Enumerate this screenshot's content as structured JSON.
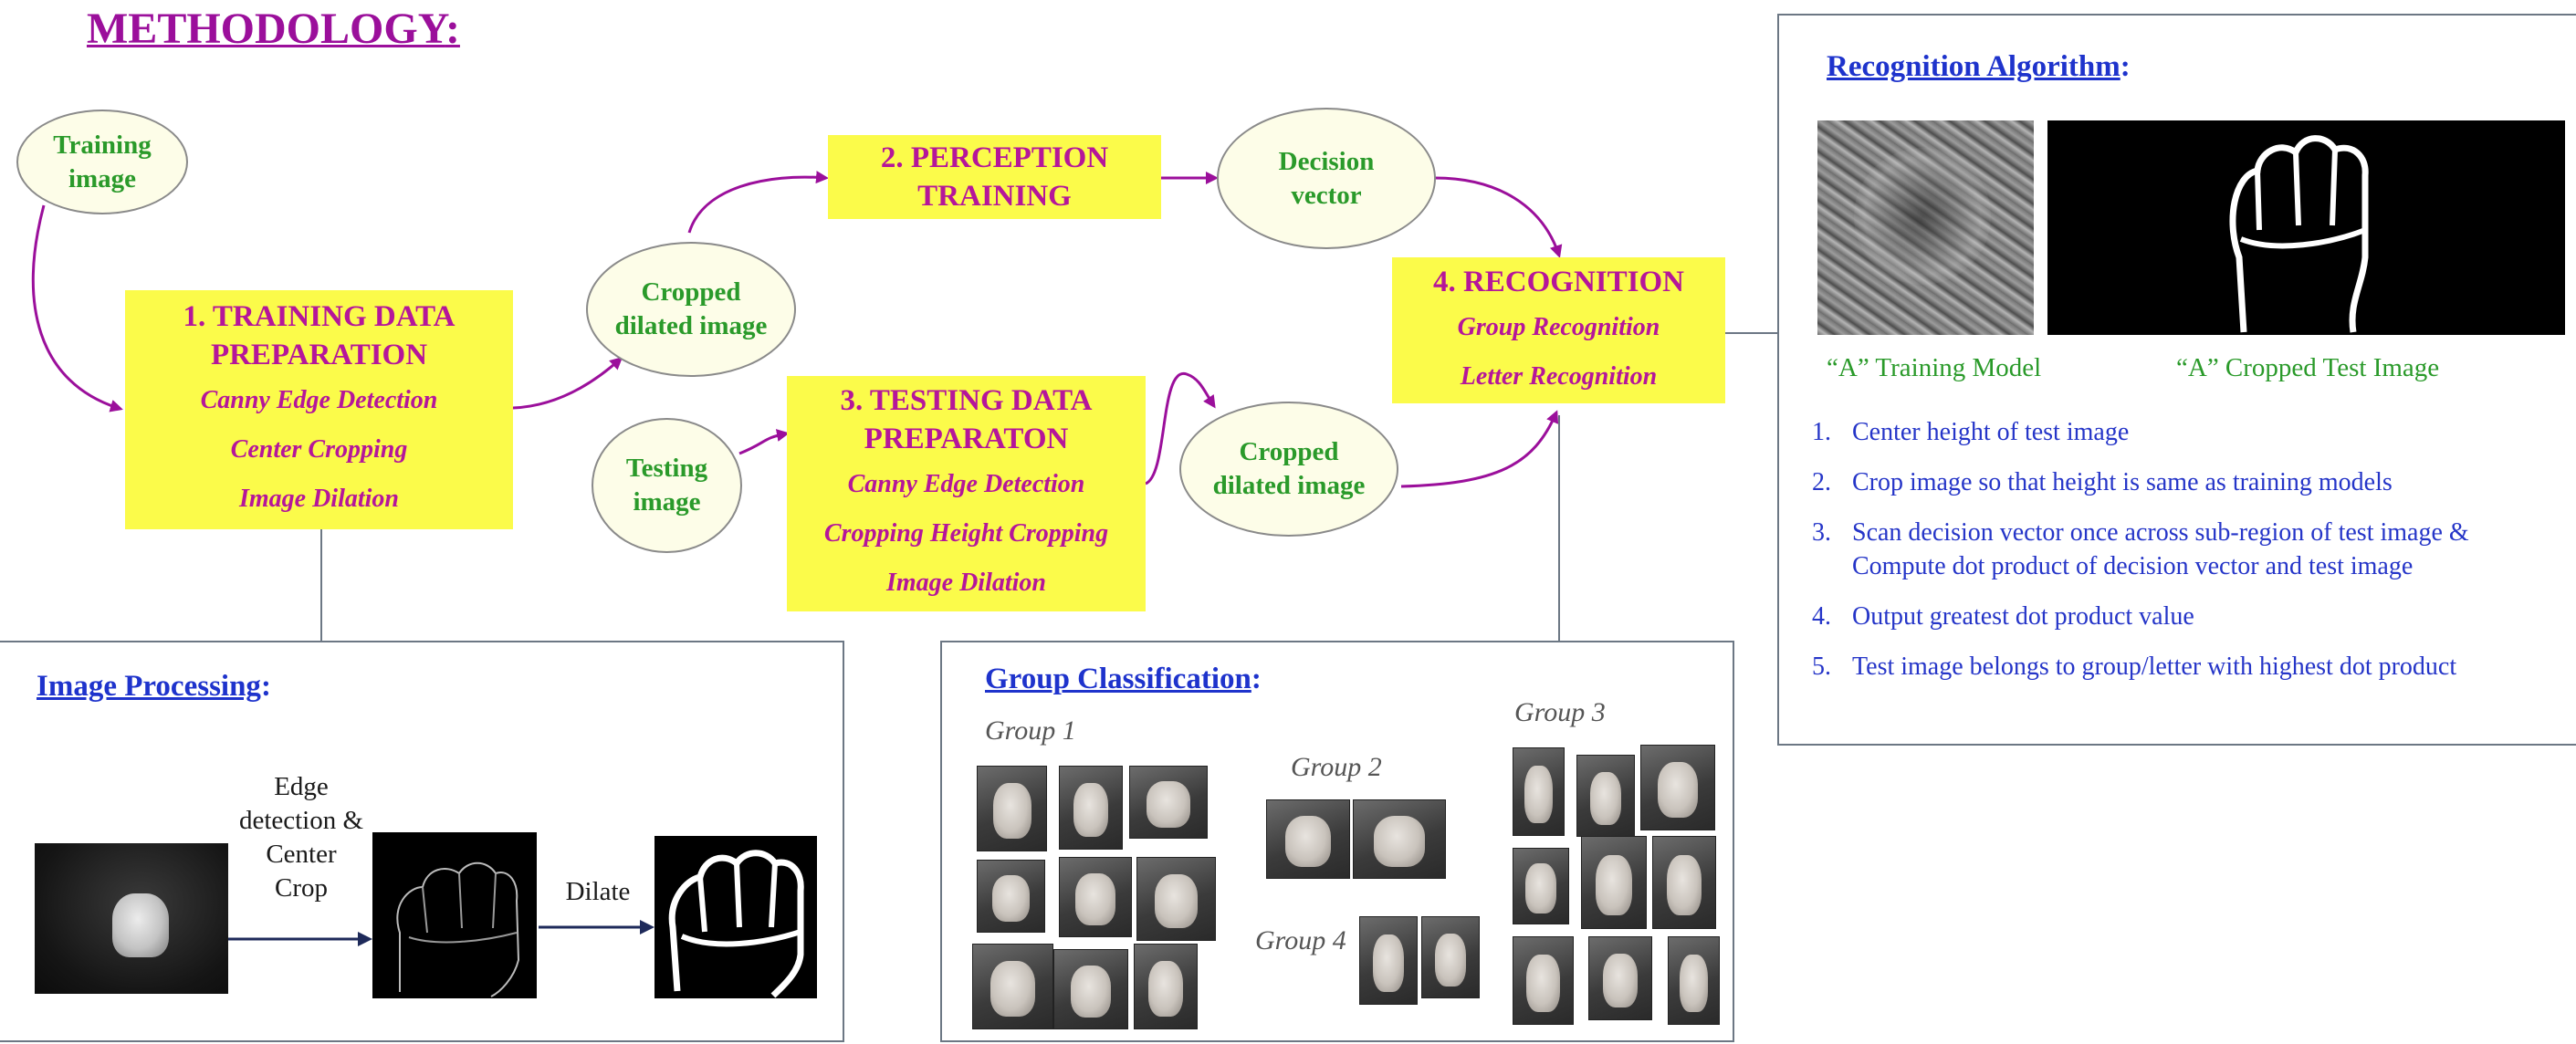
{
  "title": "METHODOLOGY",
  "title_colon": ":",
  "nodes": {
    "training_image": [
      "Training",
      "image"
    ],
    "cropped_top": [
      "Cropped",
      "dilated image"
    ],
    "decision_vector": [
      "Decision",
      "vector"
    ],
    "testing_image": [
      "Testing",
      "image"
    ],
    "cropped_bottom": [
      "Cropped",
      "dilated image"
    ]
  },
  "boxes": {
    "training_prep": {
      "title_lines": [
        "1.  TRAINING DATA",
        "PREPARATION"
      ],
      "steps": [
        "Canny Edge Detection",
        "Center Cropping",
        "Image Dilation"
      ]
    },
    "perception": {
      "title_lines": [
        "2.  PERCEPTION",
        "TRAINING"
      ]
    },
    "testing_prep": {
      "title_lines": [
        "3.  TESTING DATA",
        "PREPARATON"
      ],
      "steps": [
        "Canny Edge Detection",
        "Cropping Height Cropping",
        "Image Dilation"
      ]
    },
    "recognition": {
      "title_lines": [
        "4.  RECOGNITION"
      ],
      "steps": [
        "Group Recognition",
        "Letter Recognition"
      ]
    }
  },
  "image_processing": {
    "title": "Image Processing",
    "colon": ":",
    "edge_label": [
      "Edge",
      "detection &",
      "Center",
      "Crop"
    ],
    "dilate_label": "Dilate"
  },
  "group_classification": {
    "title": "Group Classification",
    "colon": ":",
    "groups": [
      "Group 1",
      "Group 2",
      "Group 3",
      "Group 4"
    ]
  },
  "recognition_algorithm": {
    "title": "Recognition Algorithm",
    "colon": ":",
    "caption_model": "“A” Training Model",
    "caption_test": "“A” Cropped Test Image",
    "steps": [
      {
        "num": "1.",
        "text": "Center height of test image"
      },
      {
        "num": "2.",
        "text": "Crop image so that height is same as training models"
      },
      {
        "num": "3.",
        "text": "Scan decision vector once across sub-region of test image & Compute dot product of decision vector and test image"
      },
      {
        "num": "4.",
        "text": "Output greatest dot product value"
      },
      {
        "num": "5.",
        "text": "Test image belongs to group/letter with highest dot product"
      }
    ]
  },
  "colors": {
    "title": "#9b0f9b",
    "box_fill": "#fbfb4a",
    "box_text": "#b5169a",
    "oval_fill": "#fdfde8",
    "oval_text": "#2a9a2a",
    "arrow": "#9b0f9b",
    "panel_title": "#1e33cc",
    "list_text": "#2535c8"
  }
}
